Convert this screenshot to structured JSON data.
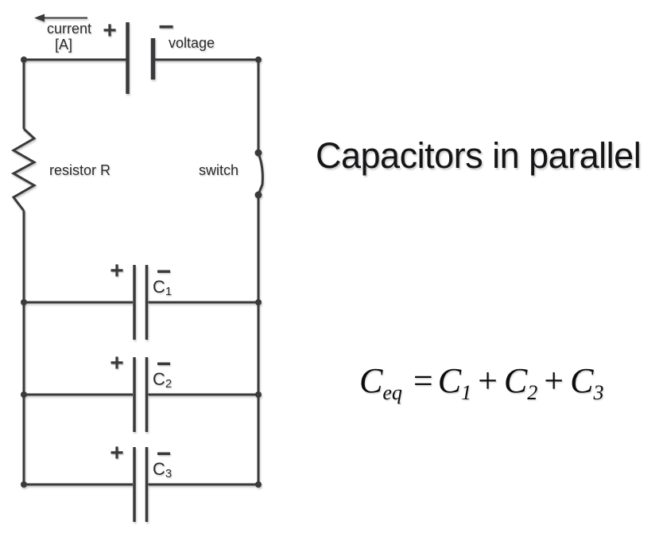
{
  "colors": {
    "wire": "#3a3a3c",
    "label-color": "#2b2b2d",
    "title-color": "#151517"
  },
  "title": "Capacitors in parallel",
  "circuit": {
    "current_label": "current",
    "current_unit": "[A]",
    "battery_plus": "+",
    "battery_minus": "−",
    "voltage_label": "voltage",
    "resistor_label": "resistor R",
    "switch_label": "switch",
    "capacitors": [
      {
        "plus": "+",
        "minus": "−",
        "name": "C",
        "sub": "1"
      },
      {
        "plus": "+",
        "minus": "−",
        "name": "C",
        "sub": "2"
      },
      {
        "plus": "+",
        "minus": "−",
        "name": "C",
        "sub": "3"
      }
    ]
  },
  "formula": {
    "lhs_base": "C",
    "lhs_sub": "eq",
    "equals": "=",
    "term1_base": "C",
    "term1_sub": "1",
    "plus1": "+",
    "term2_base": "C",
    "term2_sub": "2",
    "plus2": "+",
    "term3_base": "C",
    "term3_sub": "3"
  }
}
